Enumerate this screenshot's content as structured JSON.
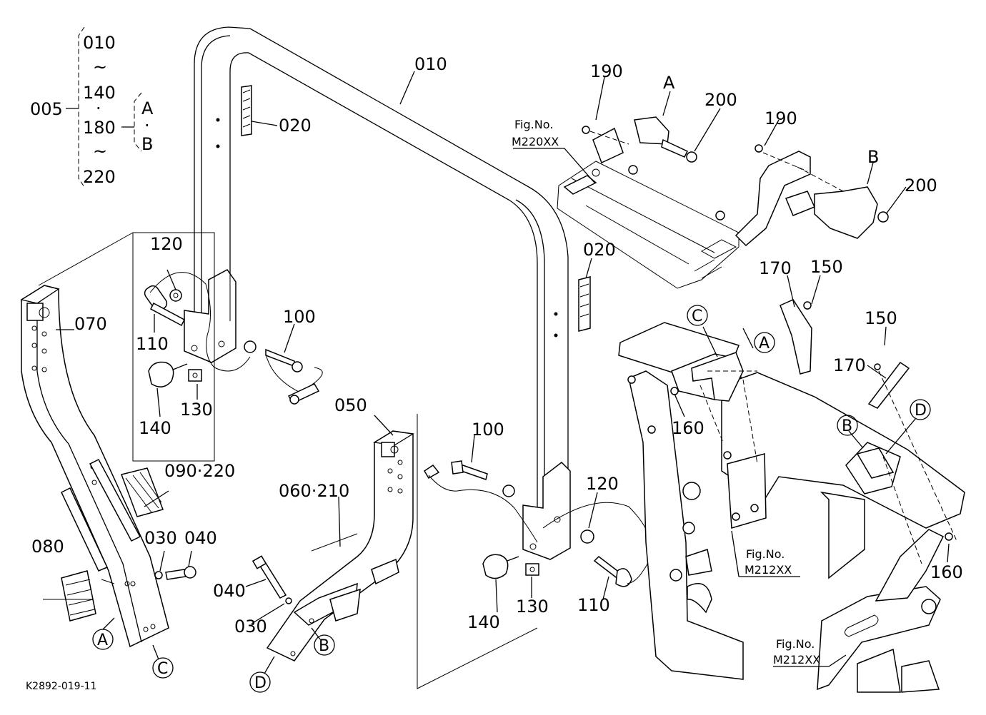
{
  "document_code": "K2892-019-11",
  "group": {
    "assembly": "005",
    "range": [
      "010",
      "~",
      "140",
      "·",
      "180",
      "~",
      "220"
    ],
    "options": [
      "A",
      "·",
      "B"
    ]
  },
  "callouts": {
    "p010": "010",
    "p020_top": "020",
    "p020_right": "020",
    "p030_left": "030",
    "p030_mid": "030",
    "p040_left": "040",
    "p040_mid": "040",
    "p050": "050",
    "p060_210": "060·210",
    "p070": "070",
    "p080": "080",
    "p090_220": "090·220",
    "p100_left": "100",
    "p100_right": "100",
    "p110_left": "110",
    "p110_right": "110",
    "p120_left": "120",
    "p120_right": "120",
    "p130_left": "130",
    "p130_right": "130",
    "p140_left": "140",
    "p140_right": "140",
    "p150_a": "150",
    "p150_b": "150",
    "p160_a": "160",
    "p160_b": "160",
    "p170_a": "170",
    "p170_b": "170",
    "p190_a": "190",
    "p190_b": "190",
    "p200_a": "200",
    "p200_b": "200",
    "belt_a": "A",
    "belt_b": "B"
  },
  "circle_refs": {
    "a_leg": "A",
    "c_leg": "C",
    "b_leg": "B",
    "d_leg": "D",
    "c_frame": "C",
    "a_frame": "A",
    "b_frame": "B",
    "d_frame": "D"
  },
  "figure_refs": {
    "top": {
      "label": "Fig.No.",
      "number": "M220XX"
    },
    "middle": {
      "label": "Fig.No.",
      "number": "M212XX"
    },
    "bottom": {
      "label": "Fig.No.",
      "number": "M212XX"
    }
  }
}
